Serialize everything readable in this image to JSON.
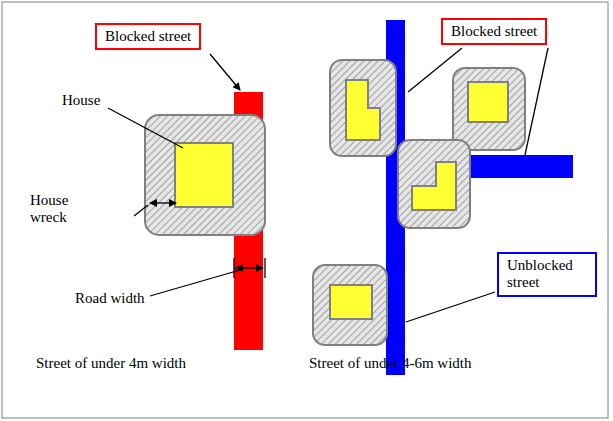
{
  "diagram": {
    "nodes": [
      {
        "text": [
          "Blocked street"
        ]
      },
      {
        "text": [
          "Blocked street"
        ]
      },
      {
        "text": [
          "Unblocked street"
        ]
      }
    ],
    "labels": [
      "House",
      "House wreck",
      "Road width",
      "Street of under 4m width",
      "Street of under 4-6m width"
    ]
  }
}
